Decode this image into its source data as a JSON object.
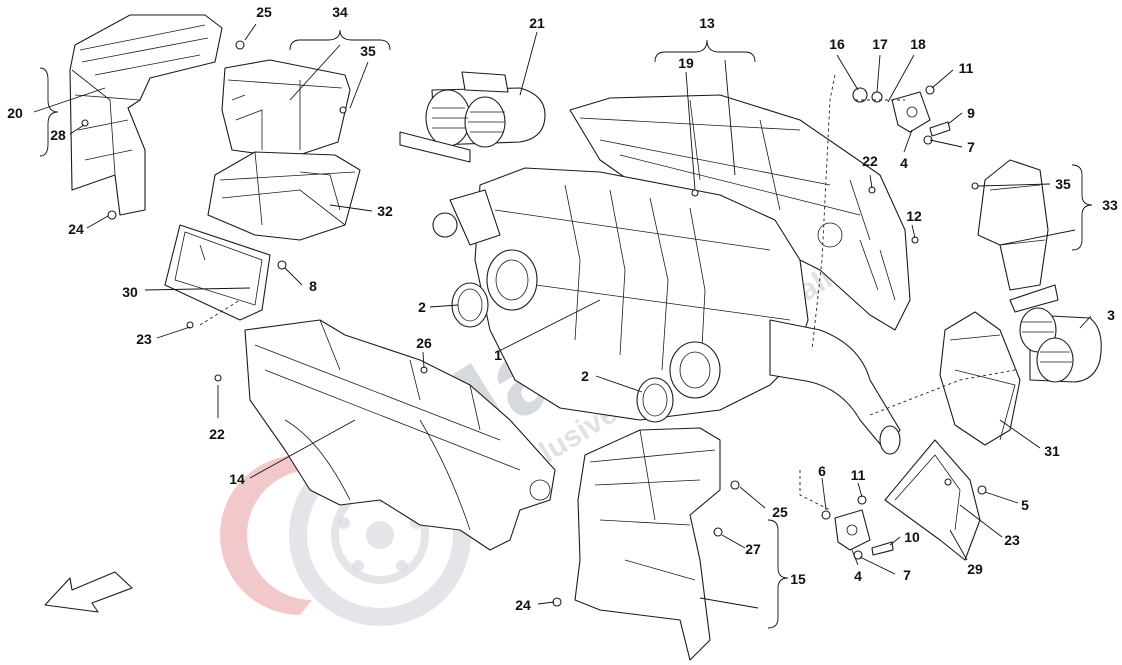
{
  "diagram": {
    "type": "exploded parts diagram",
    "watermark": {
      "brand": "MaSparts",
      "tagline": "exclusive car parts specialist",
      "logo": "wheel-logo"
    },
    "callouts": [
      "1",
      "2",
      "2",
      "3",
      "4",
      "4",
      "5",
      "6",
      "7",
      "7",
      "8",
      "9",
      "10",
      "11",
      "11",
      "12",
      "13",
      "14",
      "15",
      "16",
      "17",
      "18",
      "19",
      "20",
      "21",
      "22",
      "22",
      "23",
      "23",
      "24",
      "24",
      "25",
      "25",
      "26",
      "27",
      "28",
      "29",
      "30",
      "31",
      "32",
      "33",
      "34",
      "35",
      "35"
    ],
    "icons": {
      "direction": "front-arrow-icon"
    }
  }
}
